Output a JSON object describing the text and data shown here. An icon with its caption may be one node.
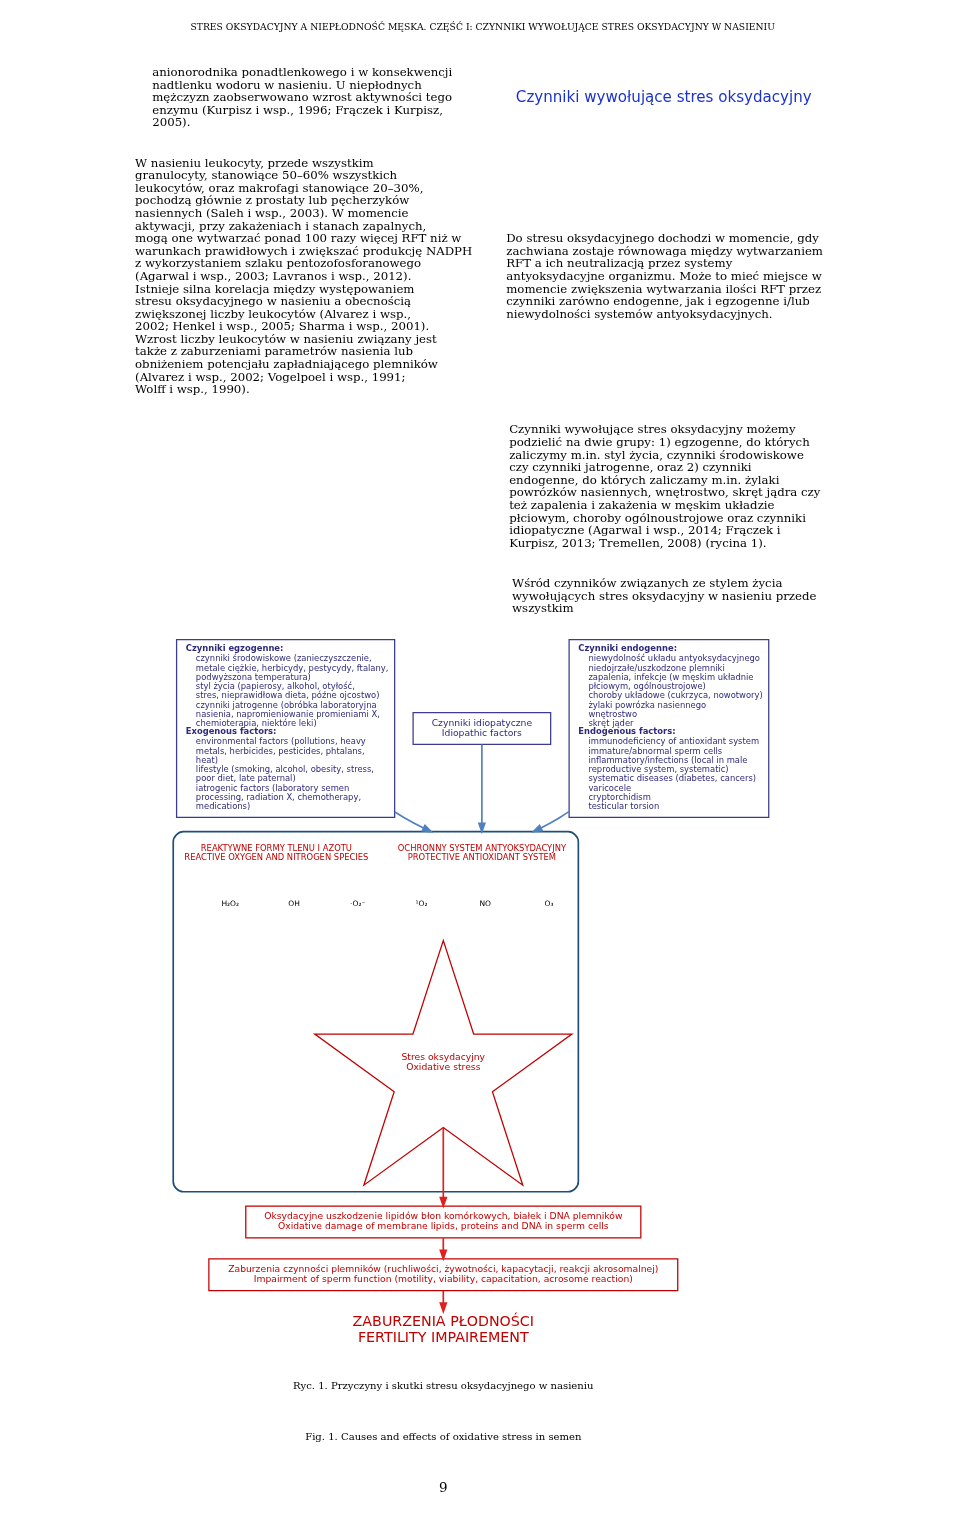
{
  "diagram": {
    "nodes": [
      {
        "text": [
          "Czynniki egzogenne:",
          "czynniki środowiskowe (zanieczyszczenie, metale ciężkie, herbicydy, pestycydy, ftalany, podwyższona temperatura)",
          "styl życia (papierosy, alkohol, otyłość, stres, nieprawidłowa dieta, późne ojcostwo)",
          "czynniki jatrogenne (obróbka laboratoryjna nasienia, napromieniowanie promieniami X, chemioterapia, niektóre leki)",
          "Exogenous factors:",
          "environmental factors (pollutions, heavy metals, herbicides, pesticides, phtalans, heat)",
          "lifestyle (smoking, alcohol, obesity, stress, poor diet, late paternal)",
          "iatrogenic factors (laboratory semen processing, radiation X, chemotherapy, medications)"
        ]
      },
      {
        "text": [
          "Czynniki idiopatyczne",
          "Idiopathic factors"
        ]
      },
      {
        "text": [],
        "shape": "ellipse"
      },
      {
        "text": [
          "REAKTYWNE FORMY TLENU I AZOTU",
          "REACTIVE OXYGEN AND NITROGEN SPECIES"
        ],
        "in": 2
      },
      {
        "text": [
          "OCHRONNY SYSTEM ANTYOKSYDACYJNY",
          "PROTECTIVE ANTIOXIDANT SYSTEM"
        ],
        "in": 2
      },
      {
        "text": [
          "Stres oksydacyjny",
          "Oxidative stress"
        ],
        "in": 2
      },
      {
        "text": [
          "Oksydacyjne uszkodzenie lipidów błon komórkowych, białek i DNA plemników",
          "Oxidative damage of membrane lipids, proteins and DNA in sperm cells"
        ]
      },
      {
        "text": [
          "Zaburzenia czynności plemników (ruchliwości, żywotności, kapacytacji, reakcji akrosomalnej)",
          "Impairment of sperm function (motility, viability, capacitation, acrosome reaction)"
        ]
      },
      {
        "text": [
          "ZABURZENIA PŁODNOŚCI",
          "FERTILITY IMPAIREMENT"
        ]
      },
      {
        "text": [
          "Czynniki endogenne:",
          "niewydolność układu antyoksydacyjnego",
          "niedojrzałe/uszkodzone plemniki",
          "zapalenia, infekcje (w męskim układnie płciowym, ogólnoustrojowe)",
          "choroby układowe (cukrzyca, nowotwory)",
          "żylaki powrózka nasiennego",
          "wnętrostwo",
          "skręt jąder",
          "Endogenous factors:",
          "immunodeficiency of antioxidant system",
          "immature/abnormal sperm cells",
          "inflammatory/infections (local in male reproductive system, systematic)",
          "systematic diseases (diabetes, cancers)",
          "varicocele",
          "cryptorchidism",
          "testicular torsion"
        ]
      }
    ],
    "edges": [
      {
        "from": 0,
        "to": 2,
        "arrow": "to",
        "color": "#4f81bd"
      },
      {
        "from": 1,
        "to": 2,
        "arrow": "to",
        "color": "#4f81bd"
      },
      {
        "from": 9,
        "to": 2,
        "arrow": "to",
        "color": "#4f81bd"
      },
      {
        "from": 5,
        "to": 6,
        "arrow": "to",
        "color": "#e02020"
      },
      {
        "from": 6,
        "to": 7,
        "arrow": "to",
        "color": "#e02020"
      },
      {
        "from": 7,
        "to": 8,
        "arrow": "to",
        "color": "#e02020"
      }
    ],
    "labels": [
      "STRES OKSYDACYJNY A NIEPŁODNOŚĆ MĘSKA. CZĘŚĆ I: CZYNNIKI WYWOŁUJĄCE STRES OKSYDACYJNY W NASIENIU",
      "anionorodnika ponadtlenkowego i w konsekwencji nadtlenku wodoru w nasieniu. U niepłodnych mężczyzn zaobserwowano wzrost aktywności tego enzymu (Kurpisz i wsp., 1996; Frączek i Kurpisz, 2005).",
      "W nasieniu leukocyty, przede wszystkim granulocyty, stanowiące 50–60% wszystkich leukocytów, oraz makrofagi stanowiące 20–30%, pochodzą głównie z prostaty lub pęcherzyków nasiennych (Saleh i wsp., 2003). W momencie aktywacji, przy zakażeniach i stanach zapalnych, mogą one wytwarzać ponad 100 razy więcej RFT niż w warunkach prawidłowych i zwiększać produkcję NADPH z wykorzystaniem szlaku pentozofosforanowego (Agarwal i wsp., 2003; Lavranos i wsp., 2012). Istnieje silna korelacja między występowaniem stresu oksydacyjnego w nasieniu a obecnością zwiększonej liczby leukocytów (Alvarez i wsp., 2002; Henkel i wsp., 2005; Sharma i wsp., 2001). Wzrost liczby leukocytów w nasieniu związany jest także z zaburzeniami parametrów nasienia lub obniżeniem potencjału zapładniającego plemników (Alvarez i wsp., 2002; Vogelpoel i wsp., 1991; Wolff i wsp., 1990).",
      "Czynniki wywołujące stres oksydacyjny",
      "Do stresu oksydacyjnego dochodzi w momencie, gdy zachwiana zostaje równowaga między wytwarzaniem RFT a ich neutralizacją przez systemy antyoksydacyjne organizmu. Może to mieć miejsce w momencie zwiększenia wytwarzania ilości RFT przez czynniki zarówno endogenne, jak i egzogenne i/lub niewydolności systemów antyoksydacyjnych.",
      "Czynniki wywołujące stres oksydacyjny możemy podzielić na dwie grupy: 1) egzogenne, do których zaliczymy m.in. styl życia, czynniki środowiskowe czy czynniki jatrogenne, oraz 2) czynniki endogenne, do których zaliczamy m.in. żylaki powrózków nasiennych, wnętrostwo, skręt jądra czy też zapalenia i zakażenia w męskim układzie płciowym, choroby ogólnoustrojowe oraz czynniki idiopatyczne (Agarwal i wsp., 2014; Frączek i Kurpisz, 2013; Tremellen, 2008) (rycina 1).",
      "Wśród czynników związanych ze stylem życia wywołujących stres oksydacyjny w nasieniu przede wszystkim",
      "H₂O₂",
      "OH",
      "·O₂⁻",
      "¹O₂",
      "NO",
      "O₃",
      "Ryc. 1. Przyczyny i skutki stresu oksydacyjnego w nasieniu",
      "Fig. 1. Causes and effects of oxidative stress in semen",
      "9"
    ]
  }
}
